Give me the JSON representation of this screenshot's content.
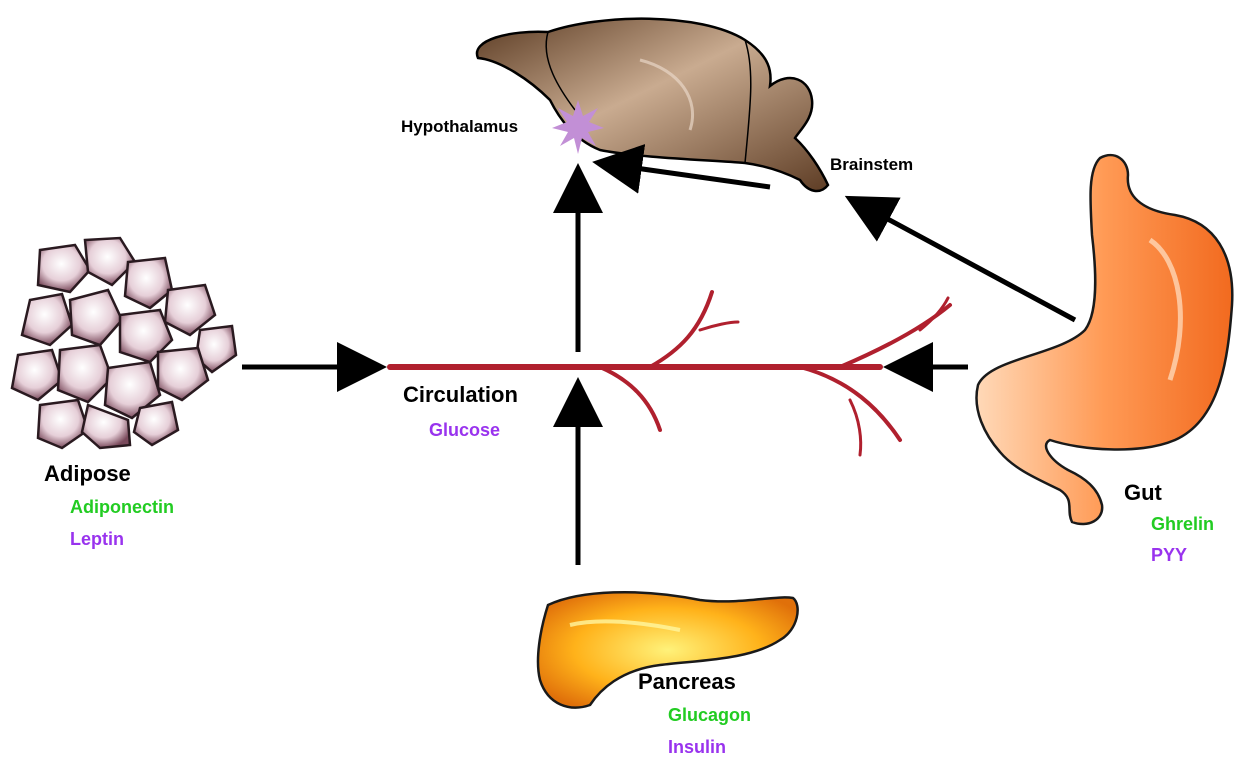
{
  "colors": {
    "stimulatory": "#22cc22",
    "inhibitory": "#9933ee",
    "vessel": "#b0202e",
    "arrow": "#000000"
  },
  "brain": {
    "hypothalamus": "Hypothalamus",
    "brainstem": "Brainstem"
  },
  "circulation": {
    "label": "Circulation",
    "signal": "Glucose"
  },
  "adipose": {
    "label": "Adipose",
    "green": "Adiponectin",
    "purple": "Leptin"
  },
  "pancreas": {
    "label": "Pancreas",
    "green": "Glucagon",
    "purple": "Insulin"
  },
  "gut": {
    "label": "Gut",
    "green": "Ghrelin",
    "purple": "PYY"
  }
}
